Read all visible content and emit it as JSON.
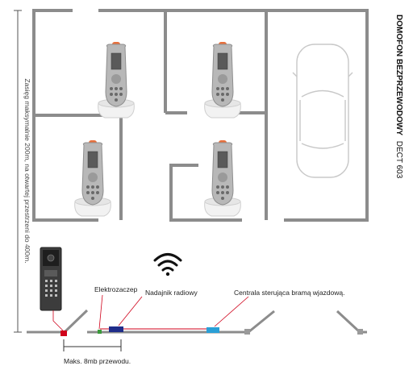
{
  "product": {
    "title_bold": "DOMOFON BEZPRZEWODOWY",
    "title_model": "DECT 603"
  },
  "range_note": "Zasięg maksymalnie 200m, na otwartej przestrzeni do 400m.",
  "labels": {
    "electric_lock": "Elektrozaczep",
    "radio_transmitter": "Nadajnik radiowy",
    "gate_controller": "Centrala sterująca bramą wjazdową.",
    "max_cable": "Maks. 8mb przewodu."
  },
  "colors": {
    "walls": "#8c8c8c",
    "handset_body": "#b8b8b8",
    "handset_base": "#f2f2f2",
    "handset_antenna": "#e8703c",
    "lock_marker": "#d0021b",
    "transmitter_marker": "#1f2d8a",
    "controller_marker": "#2a9fd6",
    "cable_line": "#d0021b"
  },
  "icons": {
    "handset": "cordless-phone-icon",
    "door_panel": "door-intercom-panel-icon",
    "wifi": "wifi-signal-icon",
    "car": "car-icon"
  }
}
